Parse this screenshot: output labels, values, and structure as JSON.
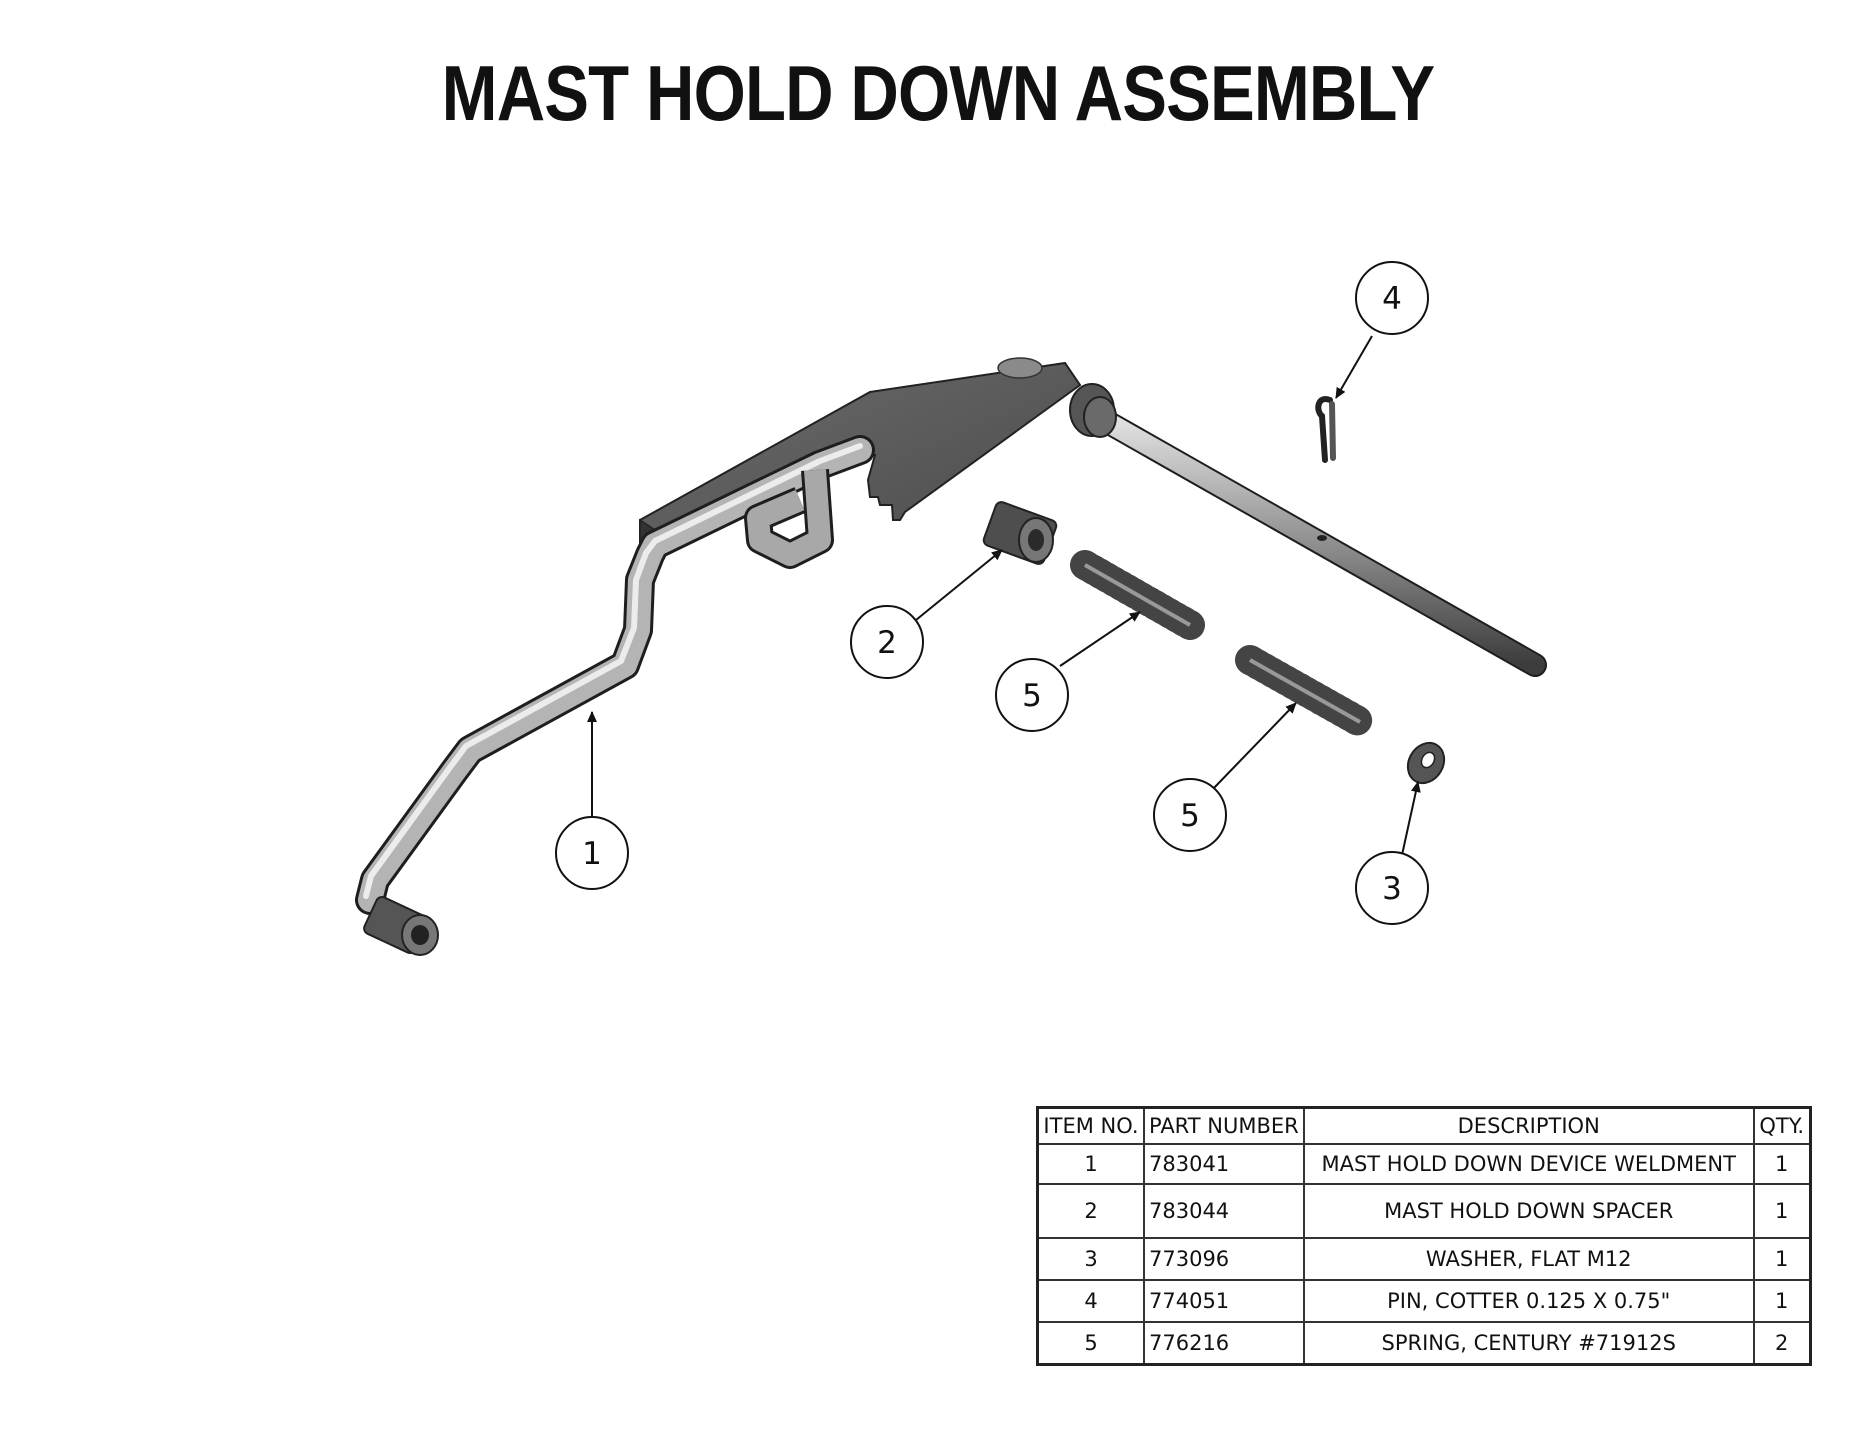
{
  "title": "MAST HOLD DOWN ASSEMBLY",
  "callouts": [
    {
      "label": "1"
    },
    {
      "label": "2"
    },
    {
      "label": "3"
    },
    {
      "label": "4"
    },
    {
      "label": "5"
    },
    {
      "label": "5"
    }
  ],
  "bom": {
    "headers": [
      "ITEM NO.",
      "PART NUMBER",
      "DESCRIPTION",
      "QTY."
    ],
    "rows": [
      {
        "item": "1",
        "part": "783041",
        "description": "MAST HOLD DOWN DEVICE WELDMENT",
        "qty": "1"
      },
      {
        "item": "2",
        "part": "783044",
        "description": "MAST HOLD DOWN SPACER",
        "qty": "1"
      },
      {
        "item": "3",
        "part": "773096",
        "description": "WASHER, FLAT M12",
        "qty": "1"
      },
      {
        "item": "4",
        "part": "774051",
        "description": "PIN, COTTER 0.125 X 0.75\"",
        "qty": "1"
      },
      {
        "item": "5",
        "part": "776216",
        "description": "SPRING, CENTURY #71912S",
        "qty": "2"
      }
    ]
  }
}
